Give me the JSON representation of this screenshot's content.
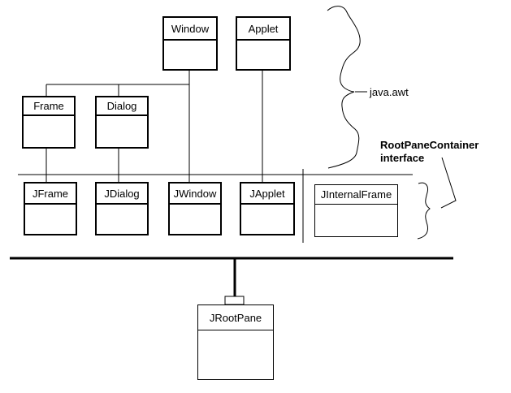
{
  "colors": {
    "background": "#ffffff",
    "line": "#000000",
    "text": "#000000"
  },
  "classes": [
    {
      "label": "Window"
    },
    {
      "label": "Applet"
    },
    {
      "label": "Frame"
    },
    {
      "label": "Dialog"
    },
    {
      "label": "JFrame"
    },
    {
      "label": "JDialog"
    },
    {
      "label": "JWindow"
    },
    {
      "label": "JApplet"
    },
    {
      "label": "JInternalFrame"
    },
    {
      "label": "JRootPane"
    }
  ],
  "annotations": {
    "package_label": "java.awt",
    "interface_label_line1": "RootPaneContainer",
    "interface_label_line2": "interface"
  }
}
